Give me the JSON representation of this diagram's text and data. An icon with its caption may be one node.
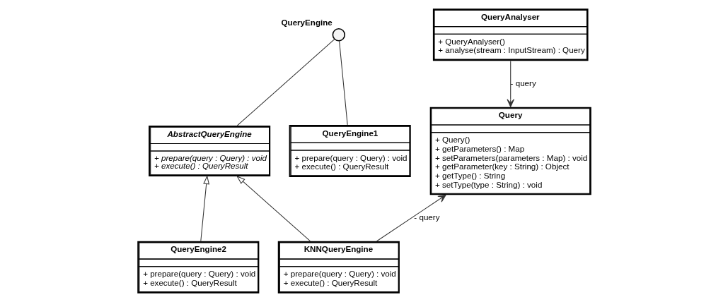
{
  "diagram": {
    "nodes": [
      {
        "text": [
          "QueryEngine"
        ]
      },
      {
        "text": [
          "QueryAnalyser",
          "+ QueryAnalyser()",
          "+ analyse(stream : InputStream) : Query"
        ]
      },
      {
        "text": [
          "AbstractQueryEngine",
          "+ prepare(query : Query) : void",
          "+ execute() : QueryResult"
        ]
      },
      {
        "text": [
          "QueryEngine1",
          "+ prepare(query : Query) : void",
          "+ execute() : QueryResult"
        ]
      },
      {
        "text": [
          "QueryEngine2",
          "+ prepare(query : Query) : void",
          "+ execute() : QueryResult"
        ]
      },
      {
        "text": [
          "KNNQueryEngine",
          "+ prepare(query : Query) : void",
          "+ execute() : QueryResult"
        ]
      },
      {
        "text": [
          "Query",
          "+ Query()",
          "+ getParameters() : Map",
          "+ setParameters(parameters : Map) : void",
          "+ getParameter(key : String) : Object",
          "+ getType() : String",
          "+ setType(type : String) : void"
        ]
      }
    ],
    "edges": [
      {
        "from": 3,
        "to": 0,
        "arrow": "none"
      },
      {
        "from": 2,
        "to": 0,
        "arrow": "none"
      },
      {
        "from": 4,
        "to": 2,
        "arrow": "to"
      },
      {
        "from": 5,
        "to": 2,
        "arrow": "to"
      },
      {
        "from": 5,
        "to": 6,
        "arrow": "to",
        "label": "- query"
      },
      {
        "from": 1,
        "to": 6,
        "arrow": "to",
        "label": "- query"
      }
    ]
  }
}
